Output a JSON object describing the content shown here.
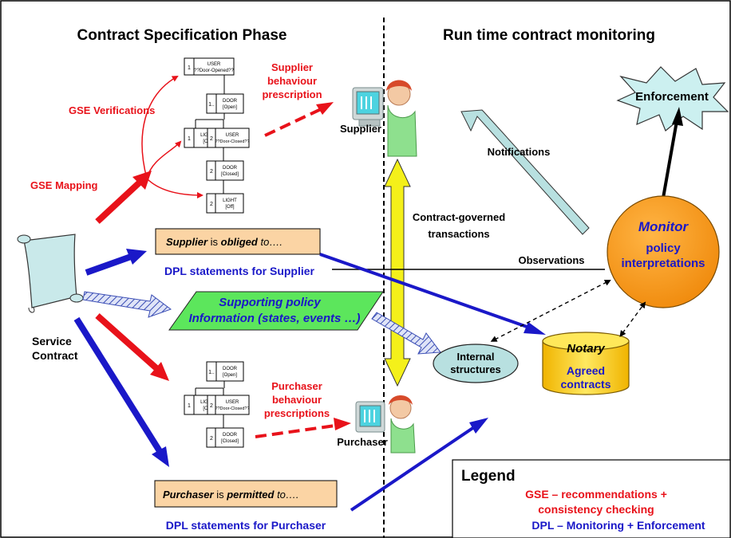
{
  "left_heading": "Contract Specification Phase",
  "right_heading": "Run time contract monitoring",
  "gse_verifications": "GSE Verifications",
  "gse_mapping": "GSE Mapping",
  "supplier_prescription": [
    "Supplier",
    "behaviour",
    "prescription"
  ],
  "purchaser_prescription": [
    "Purchaser",
    "behaviour",
    "prescriptions"
  ],
  "supplier_actor": "Supplier",
  "purchaser_actor": "Purchaser",
  "notifications": "Notifications",
  "contract_governed": [
    "Contract-governed",
    "transactions"
  ],
  "observations": "Observations",
  "enforcement": "Enforcement",
  "monitor": {
    "title": "Monitor",
    "sub": [
      "policy",
      "interpretations"
    ]
  },
  "notary": {
    "title": "Notary",
    "sub": [
      "Agreed",
      "contracts"
    ]
  },
  "internal": [
    "Internal",
    "structures"
  ],
  "service_contract": [
    "Service",
    "Contract"
  ],
  "supplier_stmt": {
    "a": "Supplier",
    "b": " is ",
    "c": "obliged",
    "d": " to…."
  },
  "purchaser_stmt": {
    "a": "Purchaser",
    "b": " is ",
    "c": "permitted",
    "d": " to…."
  },
  "dpl_supplier": "DPL statements for Supplier",
  "dpl_purchaser": "DPL statements for Purchaser",
  "supporting": [
    "Supporting policy",
    "Information (states, events …)"
  ],
  "legend": {
    "title": "Legend",
    "gse": [
      "GSE – recommendations +",
      "consistency checking"
    ],
    "dpl": "DPL – Monitoring + Enforcement"
  },
  "tree_supplier": {
    "n1": {
      "num": "1",
      "title": "USER",
      "sub": "??Door-Opened??"
    },
    "n2": {
      "num": "1..",
      "title": "DOOR",
      "sub": "[Open]"
    },
    "n3": {
      "num": "1",
      "title": "LIGHT",
      "sub": "[On]"
    },
    "n4": {
      "num": "2",
      "title": "USER",
      "sub": "??Door-Closed??"
    },
    "n5": {
      "num": "2",
      "title": "DOOR",
      "sub": "[Closed]"
    },
    "n6": {
      "num": "2",
      "title": "LIGHT",
      "sub": "[Off]"
    }
  },
  "tree_purchaser": {
    "n1": {
      "num": "1..",
      "title": "DOOR",
      "sub": "[Open]"
    },
    "n2": {
      "num": "1",
      "title": "LIGHT",
      "sub": "[On]"
    },
    "n3": {
      "num": "2",
      "title": "USER",
      "sub": "??Door-Closed??"
    },
    "n4": {
      "num": "2",
      "title": "DOOR",
      "sub": "[Closed]"
    }
  },
  "colors": {
    "red": "#e8121a",
    "blue": "#1a18c8",
    "green": "#2bd12b",
    "yellow": "#f4f01a",
    "orange": "#f7941d",
    "gold": "#f5d21a",
    "teal": "#b8e0e0",
    "peach": "#fbd4a4",
    "dark": "#000000"
  }
}
